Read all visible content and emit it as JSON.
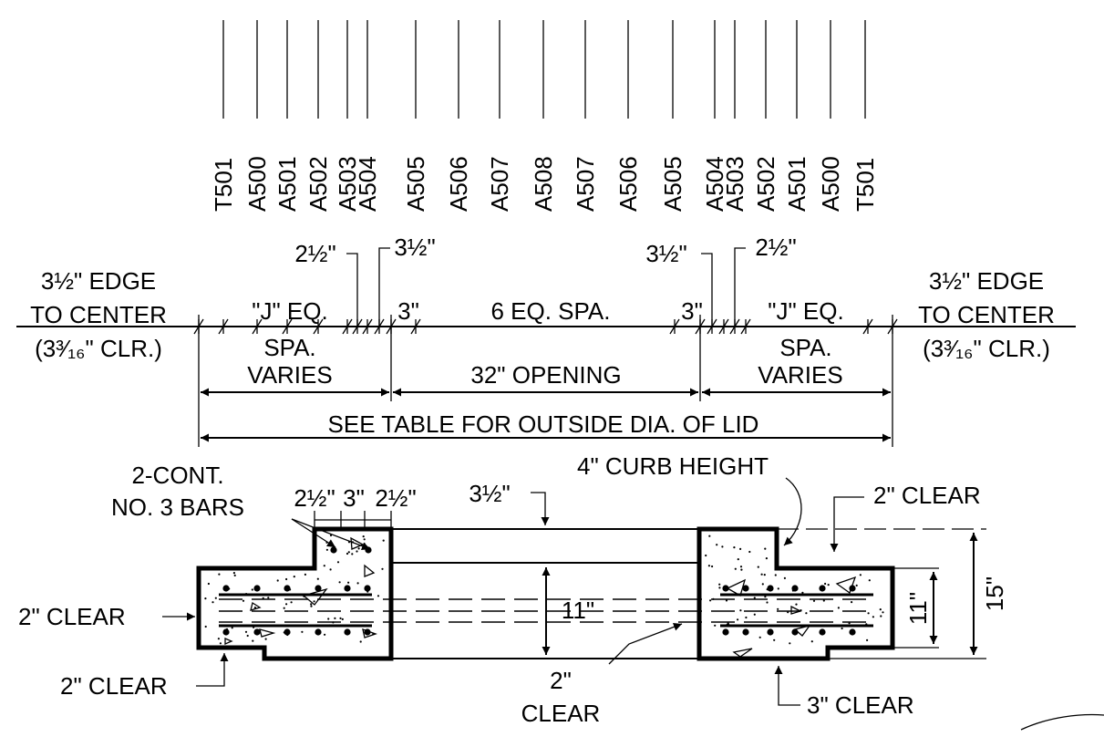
{
  "bar_marks": [
    "T501",
    "A500",
    "A501",
    "A502",
    "A503",
    "A504",
    "A505",
    "A506",
    "A507",
    "A508",
    "A507",
    "A506",
    "A505",
    "A504",
    "A503",
    "A502",
    "A501",
    "A500",
    "T501"
  ],
  "dims": {
    "edge_left_1": "3½\" EDGE",
    "edge_left_2": "TO CENTER",
    "edge_left_3": "(3³⁄₁₆\" CLR.)",
    "edge_right_1": "3½\" EDGE",
    "edge_right_2": "TO CENTER",
    "edge_right_3": "(3³⁄₁₆\" CLR.)",
    "dim_2half_left": "2½\"",
    "dim_3half_left": "3½\"",
    "dim_3half_right": "3½\"",
    "dim_2half_right": "2½\"",
    "j_eq_left": "\"J\" EQ.",
    "spa_left": "SPA.",
    "varies_left": "VARIES",
    "j_eq_right": "\"J\" EQ.",
    "spa_right": "SPA.",
    "varies_right": "VARIES",
    "three_left": "3\"",
    "three_right": "3\"",
    "six_eq": "6 EQ. SPA.",
    "opening": "32\" OPENING",
    "see_table": "SEE TABLE FOR OUTSIDE DIA. OF LID"
  },
  "section": {
    "cont_bars_1": "2-CONT.",
    "cont_bars_2": "NO. 3 BARS",
    "top_dim_a": "2½\"",
    "top_dim_b": "3\"",
    "top_dim_c": "2½\"",
    "dim_3half": "3½\"",
    "curb_height": "4\" CURB HEIGHT",
    "clear_top_right": "2\" CLEAR",
    "clear_left": "2\" CLEAR",
    "clear_bottom_left": "2\" CLEAR",
    "depth_center": "11\"",
    "clear_center_1": "2\"",
    "clear_center_2": "CLEAR",
    "clear_bottom_right": "3\" CLEAR",
    "depth_right_11": "11\"",
    "depth_right_15": "15\""
  }
}
